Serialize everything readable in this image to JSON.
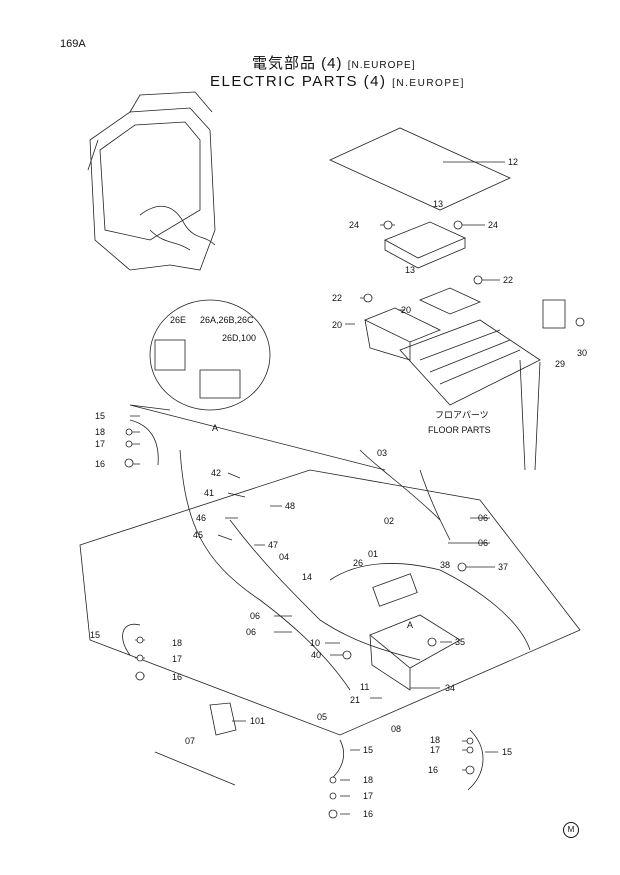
{
  "page_id": "169A",
  "title_jp": "電気部品 (4)",
  "title_en": "ELECTRIC PARTS (4)",
  "region": "[N.EUROPE]",
  "mark": "M",
  "floor_label_jp": "フロアパーツ",
  "floor_label_en": "FLOOR PARTS",
  "detail_ref": "A",
  "callouts": {
    "c12": "12",
    "c13a": "13",
    "c13b": "13",
    "c24a": "24",
    "c24b": "24",
    "c22a": "22",
    "c22b": "22",
    "c20a": "20",
    "c20b": "20",
    "c29": "29",
    "c30": "30",
    "c26e": "26E",
    "c26abc": "26A,26B,26C",
    "c26d": "26D,100",
    "cA": "A",
    "c15a": "15",
    "c18a": "18",
    "c17a": "17",
    "c16a": "16",
    "c03": "03",
    "c42": "42",
    "c41": "41",
    "c48": "48",
    "c46": "46",
    "c45": "45",
    "c47": "47",
    "c04": "04",
    "c02": "02",
    "c06a": "06",
    "c06b": "06",
    "c01": "01",
    "c26": "26",
    "c38": "38",
    "c37": "37",
    "c14": "14",
    "c06c": "06",
    "c06d": "06",
    "c10": "10",
    "c40": "40",
    "cA2": "A",
    "c35": "35",
    "c15b": "15",
    "c18b": "18",
    "c17b": "17",
    "c16b": "16",
    "c11": "11",
    "c21": "21",
    "c34": "34",
    "c08": "08",
    "c05": "05",
    "c101": "101",
    "c07": "07",
    "c15c": "15",
    "c18c": "18",
    "c17c": "17",
    "c16c": "16",
    "c18d": "18",
    "c17d": "17",
    "c15d": "15",
    "c16d": "16"
  }
}
